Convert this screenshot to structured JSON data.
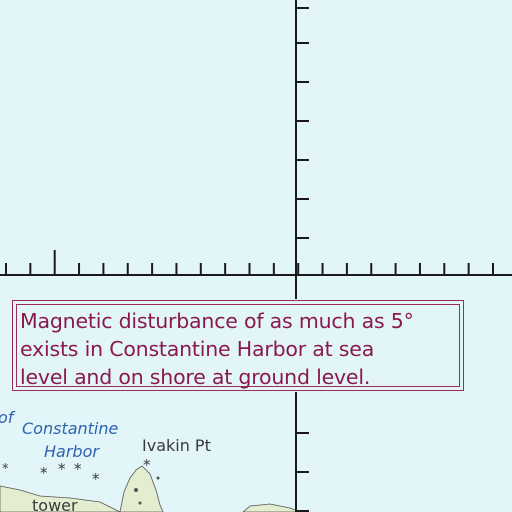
{
  "map": {
    "background_color": "#e2f5f9",
    "land_color": "#e3edcf",
    "grid_color": "#1a1a1a",
    "annotation_color": "#8a1a4c"
  },
  "note": {
    "lines": [
      "Magnetic disturbance of as much as 5°",
      "exists in Constantine Harbor at sea",
      "level and on shore at ground level."
    ]
  },
  "labels": {
    "partial_of": "of",
    "constantine": "Constantine",
    "harbor": "Harbor",
    "ivakin_pt": "Ivakin Pt",
    "tower": "tower"
  },
  "symbols": {
    "rock_symbol": "*",
    "ivakin_rock_symbol": "*"
  }
}
